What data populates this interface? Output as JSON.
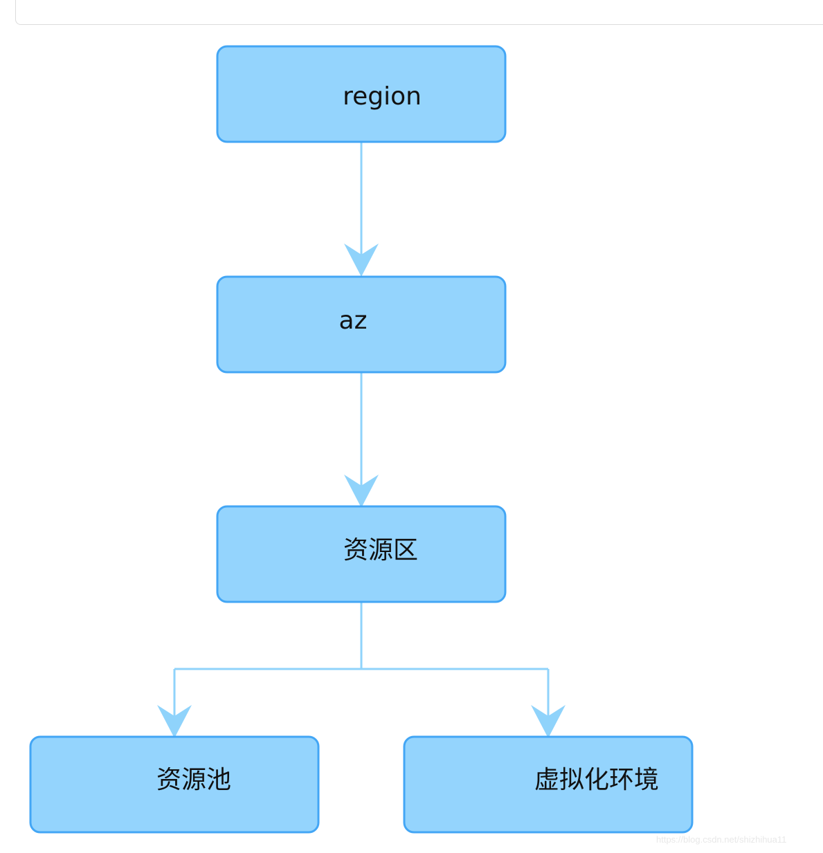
{
  "diagram": {
    "nodes": {
      "region": "region",
      "az": "az",
      "zone": "资源区",
      "pool": "资源池",
      "virt": "虚拟化环境"
    },
    "colors": {
      "node_fill": "#94d4fd",
      "node_border": "#43a6f5",
      "connector": "#8fd3fb"
    }
  },
  "watermark": "https://blog.csdn.net/shizhihua11"
}
